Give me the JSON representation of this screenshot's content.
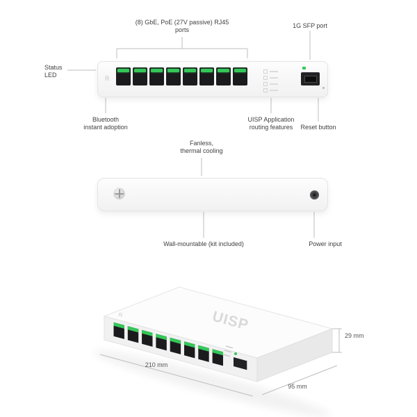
{
  "brand": {
    "mark": "R",
    "name": "UISP"
  },
  "front_view": {
    "callout_ports": "(8) GbE, PoE (27V passive) RJ45\nports",
    "callout_sfp": "1G SFP port",
    "callout_status_led": "Status\nLED",
    "callout_bluetooth": "Bluetooth\ninstant adoption",
    "callout_uisp_app": "UISP Application\nrouting features",
    "callout_reset": "Reset button"
  },
  "side_view": {
    "callout_fanless": "Fanless,\nthermal cooling",
    "callout_wall_mount": "Wall-mountable (kit included)",
    "callout_power": "Power input"
  },
  "perspective_view": {
    "dim_height": "29 mm",
    "dim_width": "210 mm",
    "dim_depth": "95 mm"
  },
  "colors": {
    "led_green": "#35c759",
    "callout_line": "#bdbdbd",
    "label_text": "#3f3f3f",
    "device_body": "#f4f4f4",
    "port_dark": "#1b1b1d"
  }
}
